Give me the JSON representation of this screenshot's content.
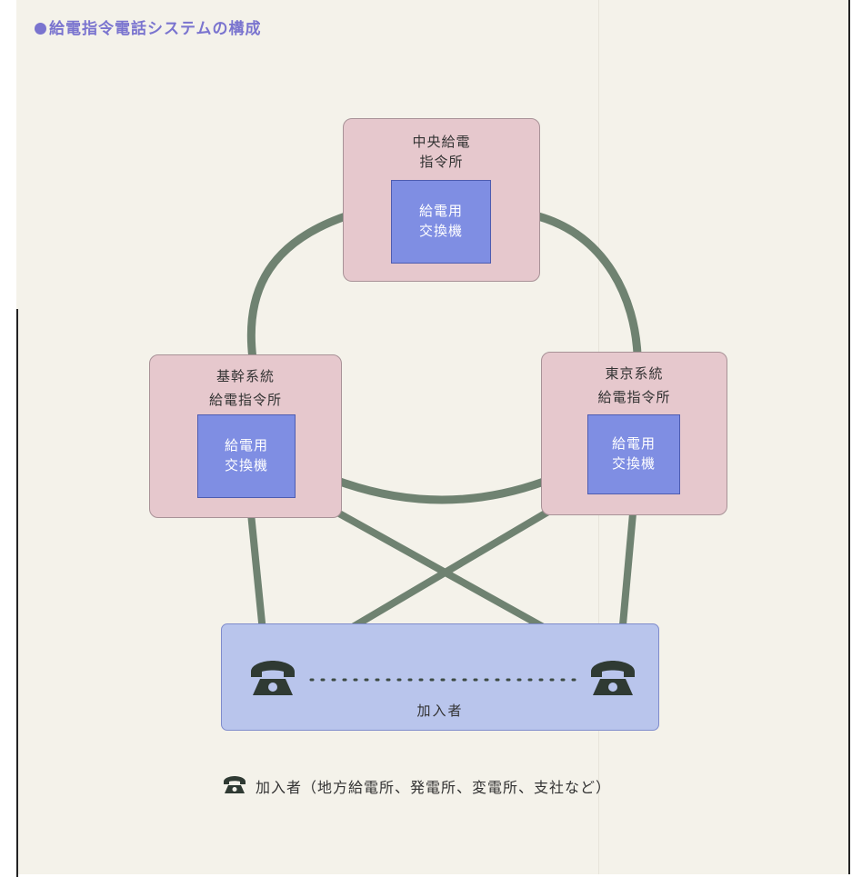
{
  "title": "給電指令電話システムの構成",
  "nodes": {
    "central": {
      "line1": "中央給電",
      "line2": "指令所",
      "switch_line1": "給電用",
      "switch_line2": "交換機"
    },
    "trunk": {
      "line1": "基幹系統",
      "line2": "給電指令所",
      "switch_line1": "給電用",
      "switch_line2": "交換機"
    },
    "tokyo": {
      "line1": "東京系統",
      "line2": "給電指令所",
      "switch_line1": "給電用",
      "switch_line2": "交換機"
    }
  },
  "subscriber_box": {
    "label": "加入者"
  },
  "legend": {
    "text": "加入者（地方給電所、発電所、変電所、支社など）"
  },
  "icons": {
    "phone": "telephone-icon",
    "bullet": "bullet-dot-icon"
  },
  "colors": {
    "title": "#7a74cf",
    "node_fill": "#e6c8cd",
    "switch_fill": "#7f8ee3",
    "subscriber_fill": "#b9c5ec",
    "link": "#6f8271",
    "phone": "#2f3a33"
  }
}
